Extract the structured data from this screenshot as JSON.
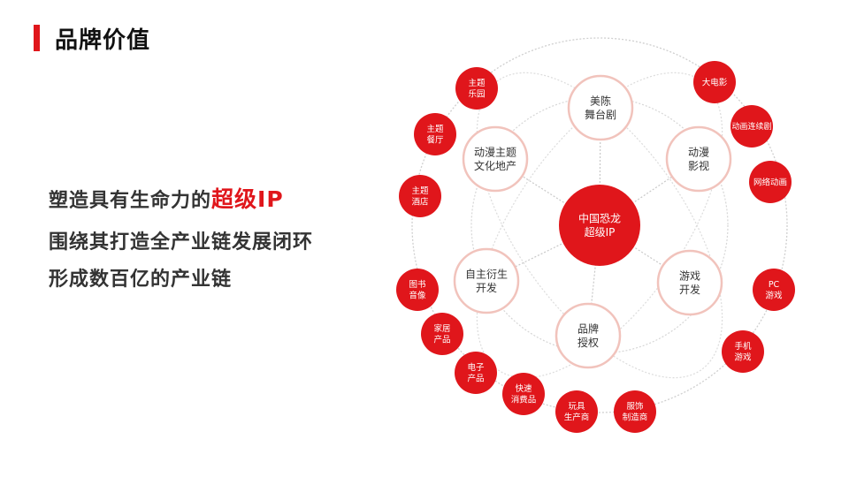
{
  "header": {
    "title": "品牌价值"
  },
  "slogan": {
    "line1_prefix": "塑造具有生命力的",
    "line1_highlight": "超级IP",
    "line2": "围绕其打造全产业链发展闭环",
    "line3": "形成数百亿的产业链"
  },
  "colors": {
    "accent": "#e0161b",
    "ring": "#f1c3bc",
    "text": "#333333"
  },
  "diagram": {
    "center": {
      "lines": [
        "中国恐龙",
        "超级IP"
      ]
    },
    "hubs": [
      {
        "id": "stage",
        "lines": [
          "美陈",
          "舞台剧"
        ]
      },
      {
        "id": "film",
        "lines": [
          "动漫",
          "影视"
        ]
      },
      {
        "id": "game",
        "lines": [
          "游戏",
          "开发"
        ]
      },
      {
        "id": "brand",
        "lines": [
          "品牌",
          "授权"
        ]
      },
      {
        "id": "derivative",
        "lines": [
          "自主衍生",
          "开发"
        ]
      },
      {
        "id": "realestate",
        "lines": [
          "动漫主题",
          "文化地产"
        ]
      }
    ],
    "leaves": [
      {
        "id": "theme-park",
        "lines": [
          "主题",
          "乐园"
        ]
      },
      {
        "id": "theme-restaurant",
        "lines": [
          "主题",
          "餐厅"
        ]
      },
      {
        "id": "theme-hotel",
        "lines": [
          "主题",
          "酒店"
        ]
      },
      {
        "id": "movie",
        "lines": [
          "大电影"
        ]
      },
      {
        "id": "animated-series",
        "lines": [
          "动画连续剧"
        ]
      },
      {
        "id": "web-animation",
        "lines": [
          "网络动画"
        ]
      },
      {
        "id": "pc-game",
        "lines": [
          "PC",
          "游戏"
        ]
      },
      {
        "id": "mobile-game",
        "lines": [
          "手机",
          "游戏"
        ]
      },
      {
        "id": "books-audio",
        "lines": [
          "图书",
          "音像"
        ]
      },
      {
        "id": "home-products",
        "lines": [
          "家居",
          "产品"
        ]
      },
      {
        "id": "electronics",
        "lines": [
          "电子",
          "产品"
        ]
      },
      {
        "id": "fmcg",
        "lines": [
          "快速",
          "消费品"
        ]
      },
      {
        "id": "toy-maker",
        "lines": [
          "玩具",
          "生产商"
        ]
      },
      {
        "id": "apparel-maker",
        "lines": [
          "服饰",
          "制造商"
        ]
      }
    ]
  }
}
